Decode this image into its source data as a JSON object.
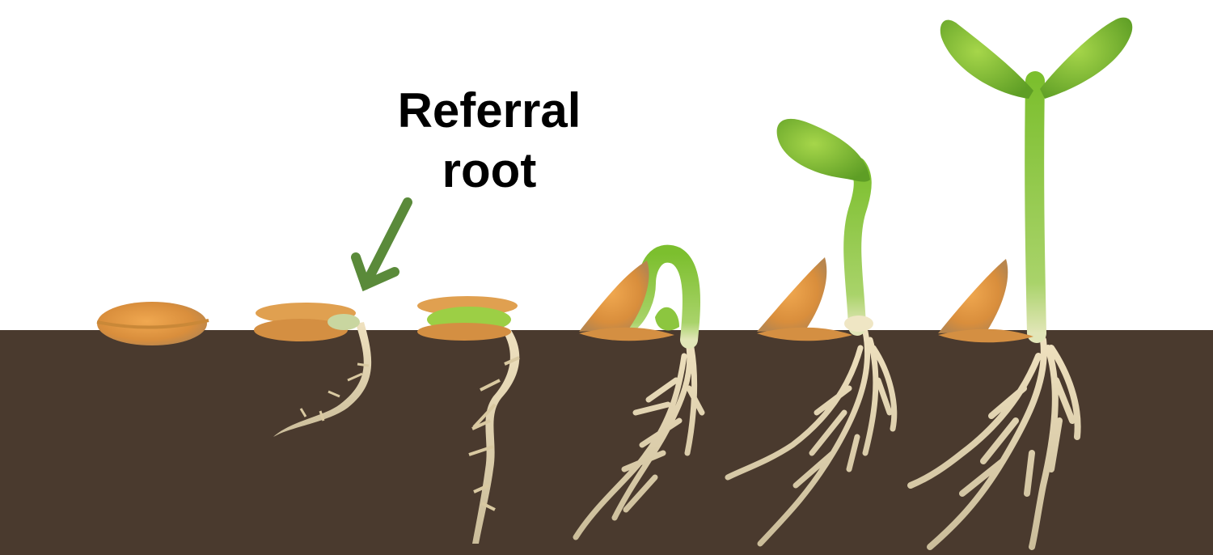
{
  "annotation": {
    "label_lines": [
      "Referral",
      "root"
    ],
    "arrow_color": "#5a8a3a"
  },
  "colors": {
    "soil": "#4a3a2e",
    "sky": "#ffffff",
    "seed_coat": "#e0a050",
    "root": "#e6d3a8",
    "leaf": "#7cb82f"
  },
  "stages": [
    {
      "name": "seed"
    },
    {
      "name": "radicle-emerging"
    },
    {
      "name": "root-growth"
    },
    {
      "name": "hypocotyl-hook"
    },
    {
      "name": "emerging-cotyledons"
    },
    {
      "name": "seedling"
    }
  ]
}
